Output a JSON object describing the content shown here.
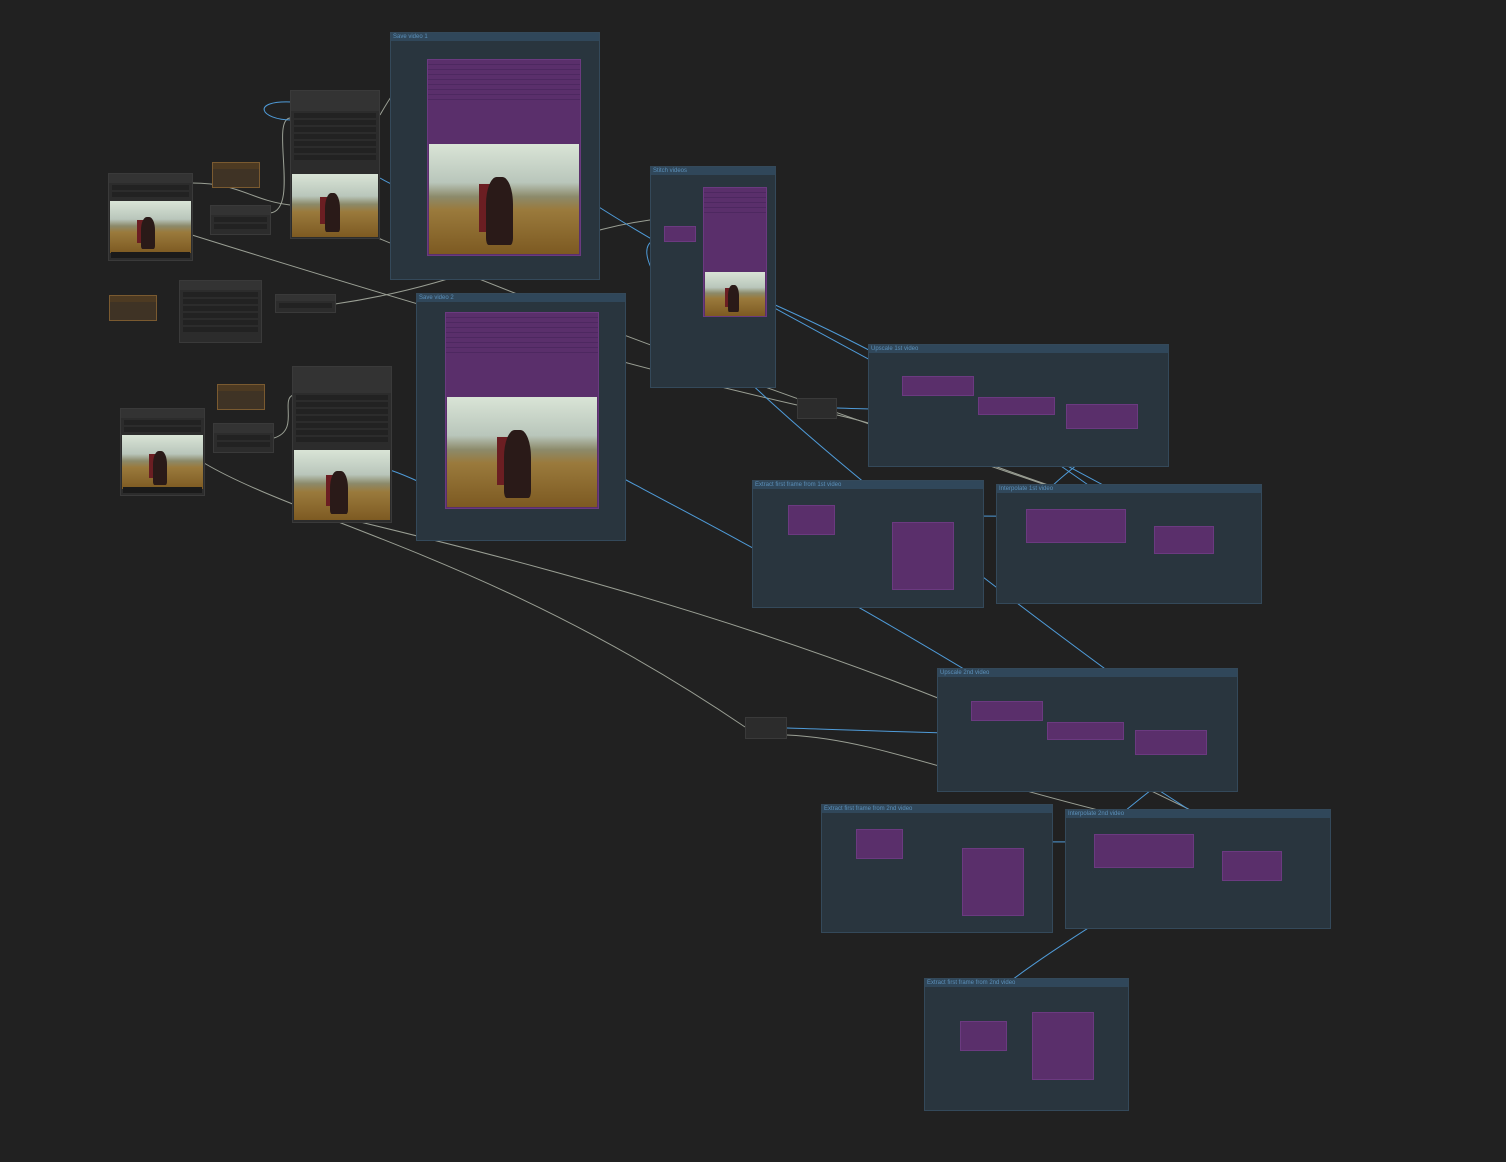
{
  "groups": {
    "save_video_1": "Save video 1",
    "save_video_2": "Save video 2",
    "stitch_videos": "Stitch videos",
    "upscale_1": "Upscale 1st video",
    "extract_1": "Extract first frame from 1st video",
    "interpolate_1": "Interpolate 1st video",
    "upscale_2": "Upscale 2nd video",
    "extract_2": "Extract first frame from 2nd video",
    "interpolate_2": "Interpolate 2nd video",
    "extract_3": "Extract first frame from 2nd video"
  },
  "colors": {
    "canvas": "#212121",
    "group": "#29353e",
    "bypassed_node": "#5a2f6b",
    "wire_image": "#4f9bd8",
    "wire_other": "#9a9f94",
    "note": "#7a5a30"
  }
}
